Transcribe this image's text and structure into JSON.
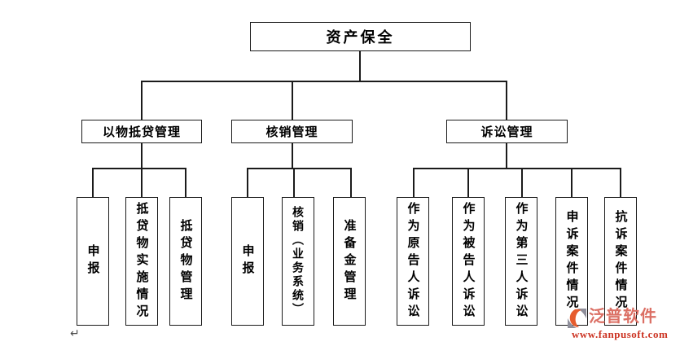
{
  "diagram": {
    "root": {
      "label": "资产保全"
    },
    "branches": [
      {
        "label": "以物抵贷管理",
        "children": [
          {
            "label": "申报"
          },
          {
            "label": "抵贷物实施情况"
          },
          {
            "label": "抵贷物管理"
          }
        ]
      },
      {
        "label": "核销管理",
        "children": [
          {
            "label": "申报"
          },
          {
            "label": "核销（业务系统）"
          },
          {
            "label": "准备金管理"
          }
        ]
      },
      {
        "label": "诉讼管理",
        "children": [
          {
            "label": "作为原告人诉讼"
          },
          {
            "label": "作为被告人诉讼"
          },
          {
            "label": "作为第三人诉讼"
          },
          {
            "label": "申诉案件情况"
          },
          {
            "label": "抗诉案件情况"
          }
        ]
      }
    ]
  },
  "page": {
    "return_mark": "↵"
  },
  "watermark": {
    "logo_icon": "fanpu-logo",
    "brand": "泛普软件",
    "url": "www.fanpusoft.com",
    "brand_color": "#db6f64",
    "url_color": "#cc3322",
    "logo_gray": "#8f8f9b",
    "logo_orange": "#e65c2e"
  }
}
